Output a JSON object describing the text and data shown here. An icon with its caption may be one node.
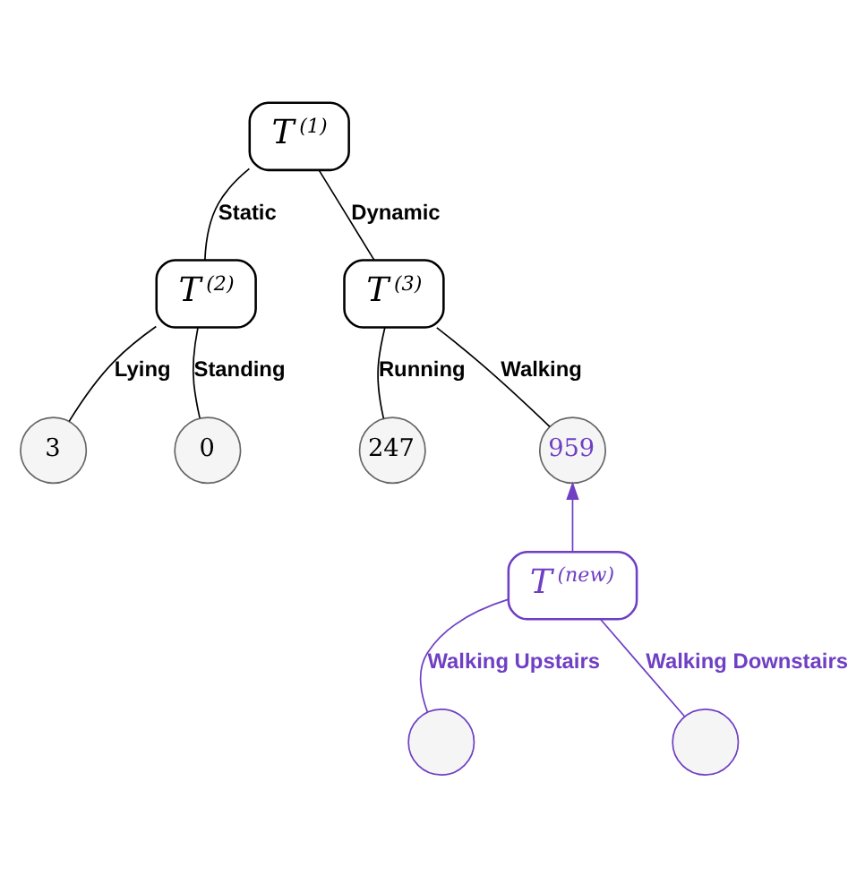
{
  "diagram": {
    "nodes": [
      {
        "text": [
          "T$^{(1)}$"
        ]
      },
      {
        "text": [
          "T$^{(2)}$"
        ]
      },
      {
        "text": [
          "T$^{(3)}$"
        ]
      },
      {
        "text": [
          "3"
        ]
      },
      {
        "text": [
          "0"
        ]
      },
      {
        "text": [
          "247"
        ]
      },
      {
        "text": [
          "959"
        ]
      },
      {
        "text": [
          "T$^{(new)}$"
        ]
      },
      {
        "text": [],
        "shape": "circle"
      },
      {
        "text": [],
        "shape": "circle"
      }
    ],
    "edges": [
      {
        "from": 0,
        "to": 1,
        "arrow": "none",
        "label": "Static"
      },
      {
        "from": 0,
        "to": 2,
        "arrow": "none",
        "label": "Dynamic"
      },
      {
        "from": 1,
        "to": 3,
        "arrow": "none",
        "label": "Lying"
      },
      {
        "from": 1,
        "to": 4,
        "arrow": "none",
        "label": "Standing"
      },
      {
        "from": 2,
        "to": 5,
        "arrow": "none",
        "label": "Running"
      },
      {
        "from": 2,
        "to": 6,
        "arrow": "none",
        "label": "Walking"
      },
      {
        "from": 7,
        "to": 6,
        "arrow": "to",
        "color": "#6f3fc4"
      },
      {
        "from": 7,
        "to": 8,
        "arrow": "none",
        "label": "Walking Upstairs",
        "color": "#6f3fc4"
      },
      {
        "from": 7,
        "to": 9,
        "arrow": "none",
        "label": "Walking Downstairs",
        "color": "#6f3fc4"
      }
    ]
  }
}
